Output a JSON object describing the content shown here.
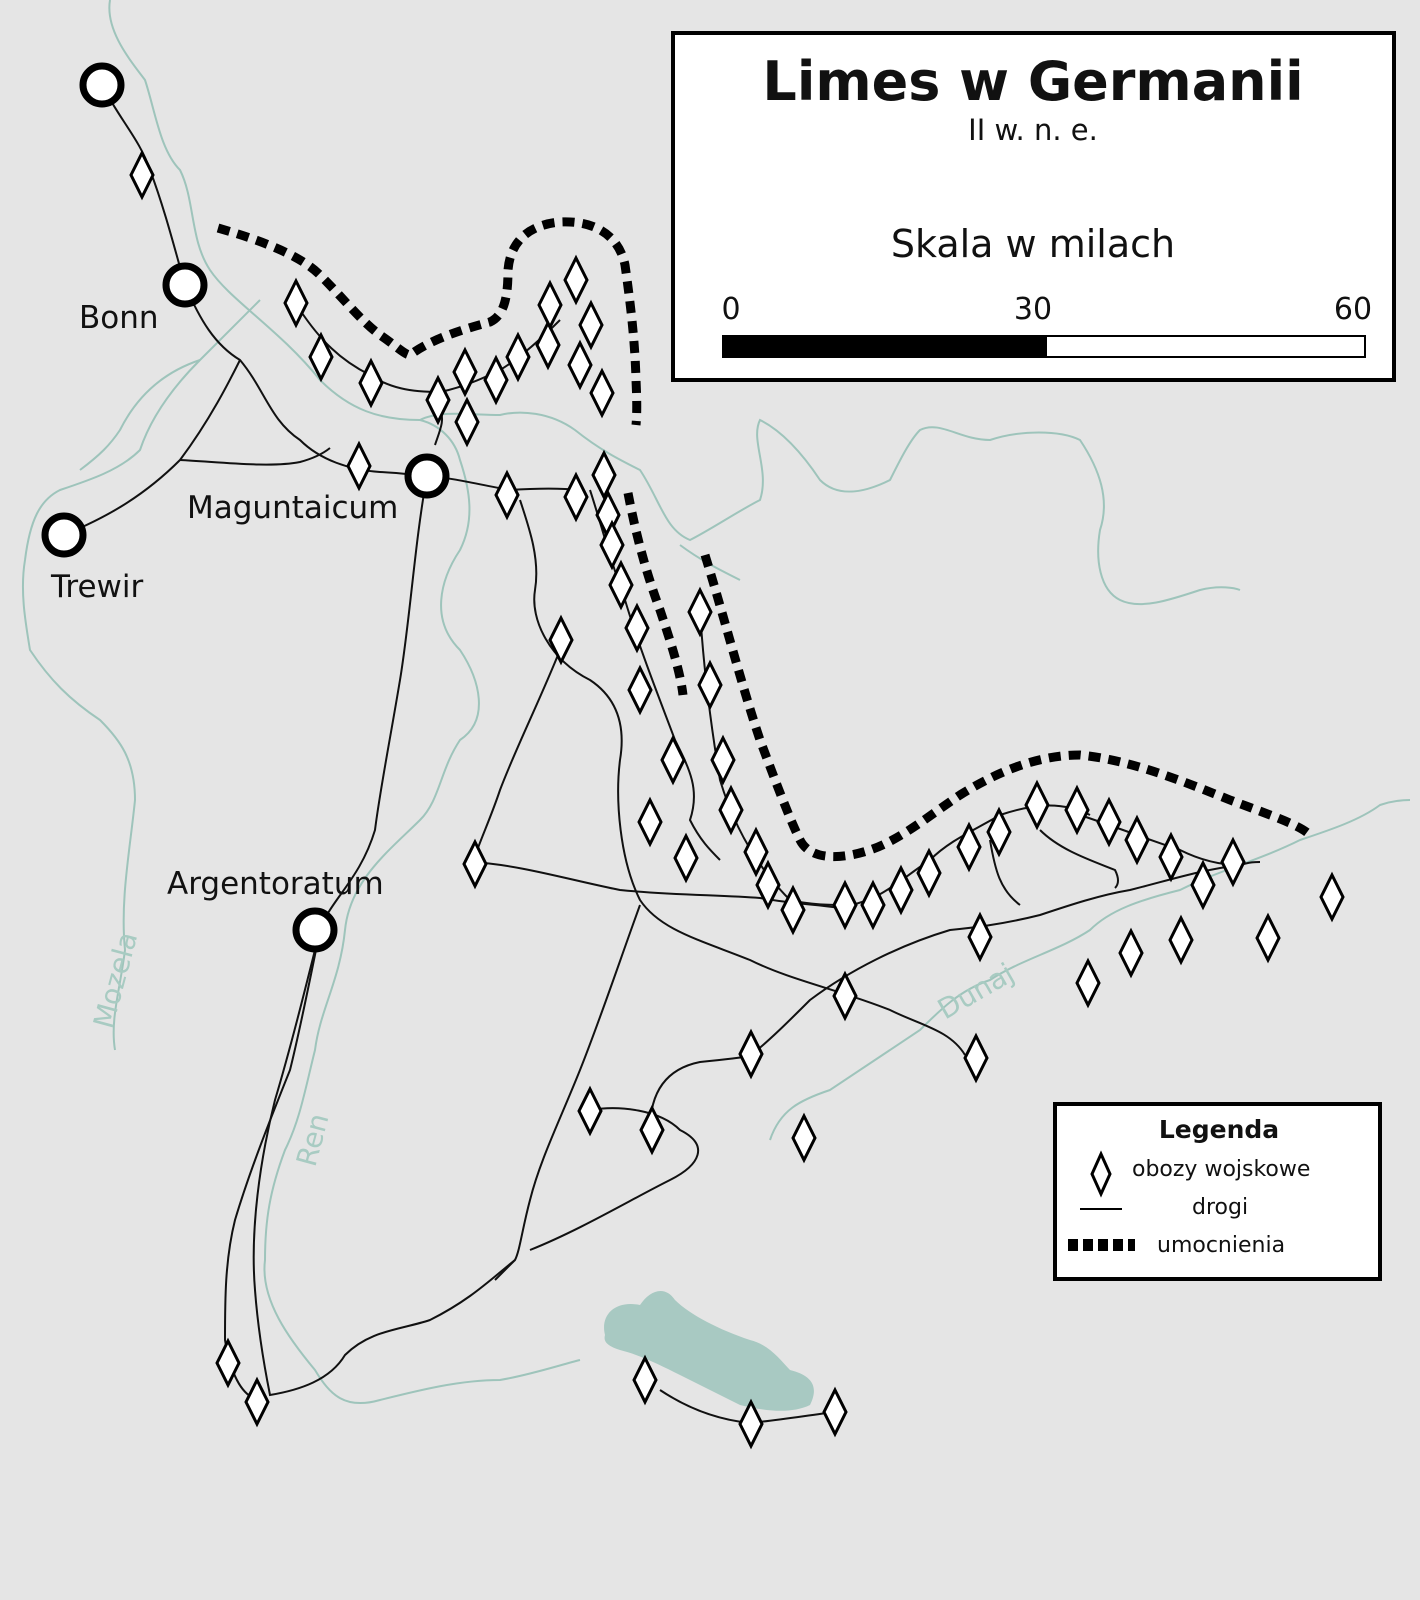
{
  "title": "Limes w Germanii",
  "subtitle": "II w. n. e.",
  "scale": {
    "title": "Skala w milach",
    "ticks": [
      "0",
      "30",
      "60"
    ],
    "unit": "mile"
  },
  "cities": {
    "bonn": "Bonn",
    "maguntaicum": "Maguntaicum",
    "trewir": "Trewir",
    "argentoratum": "Argentoratum"
  },
  "rivers": {
    "mozela": "Mozela",
    "ren": "Ren",
    "dunaj": "Dunaj"
  },
  "legend": {
    "title": "Legenda",
    "camps": "obozy wojskowe",
    "roads": "drogi",
    "fortifications": "umocnienia"
  },
  "colors": {
    "background": "#e5e5e5",
    "river": "#9ec4bb",
    "lake": "#a8c9c2",
    "fortification": "#000000"
  }
}
